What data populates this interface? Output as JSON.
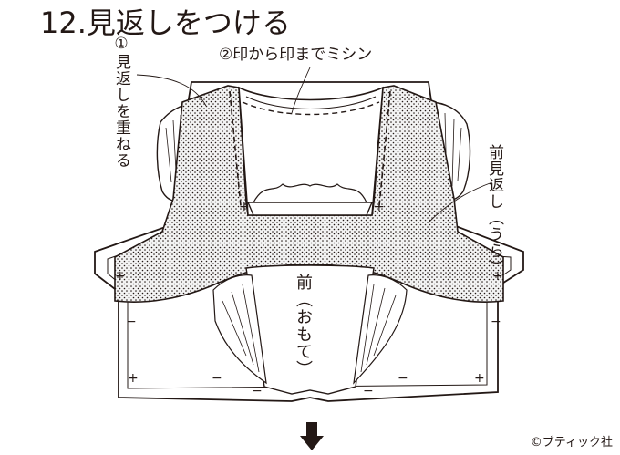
{
  "title": "12.見返しをつける",
  "labels": {
    "step1": "①見返しを重ねる",
    "step2": "②印から印までミシン",
    "facing_back": "前見返し（うら）",
    "front_face": "前（おもて）"
  },
  "copyright": "©ブティック社",
  "icons": {
    "arrow": "down-arrow-icon"
  }
}
